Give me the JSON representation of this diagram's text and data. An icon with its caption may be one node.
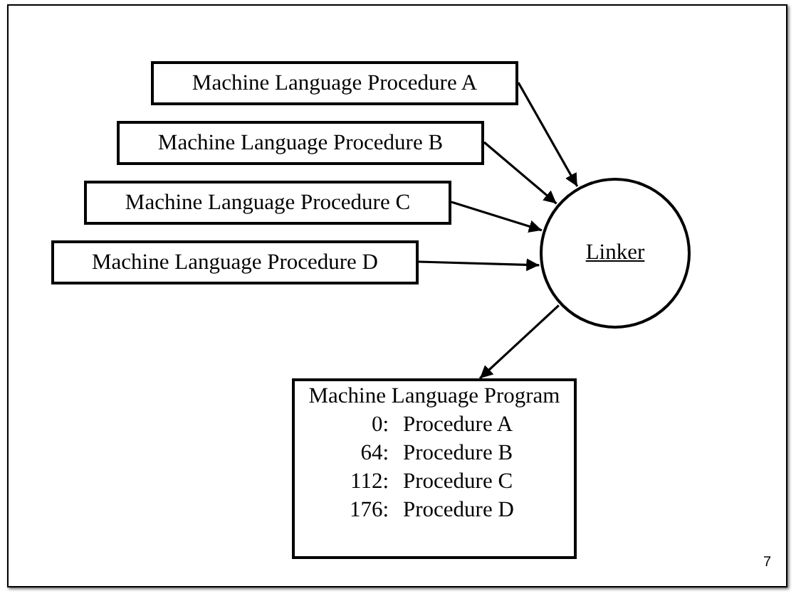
{
  "diagram": {
    "nodes": [
      {
        "text": [
          "Machine Language Procedure A"
        ]
      },
      {
        "text": [
          "Machine Language Procedure B"
        ]
      },
      {
        "text": [
          "Machine Language Procedure C"
        ]
      },
      {
        "text": [
          "Machine Language Procedure D"
        ]
      },
      {
        "text": [
          "Linker"
        ]
      },
      {
        "text": [
          "Machine Language Program",
          "0:",
          "Procedure A",
          "64:",
          "Procedure B",
          "112:",
          "Procedure C",
          "176:",
          "Procedure D"
        ]
      }
    ],
    "edges": [
      {
        "from": 0,
        "to": 4,
        "arrow": "to"
      },
      {
        "from": 1,
        "to": 4,
        "arrow": "to"
      },
      {
        "from": 2,
        "to": 4,
        "arrow": "to"
      },
      {
        "from": 3,
        "to": 4,
        "arrow": "to"
      },
      {
        "from": 4,
        "to": 5,
        "arrow": "to"
      }
    ],
    "labels": [
      "7"
    ]
  }
}
